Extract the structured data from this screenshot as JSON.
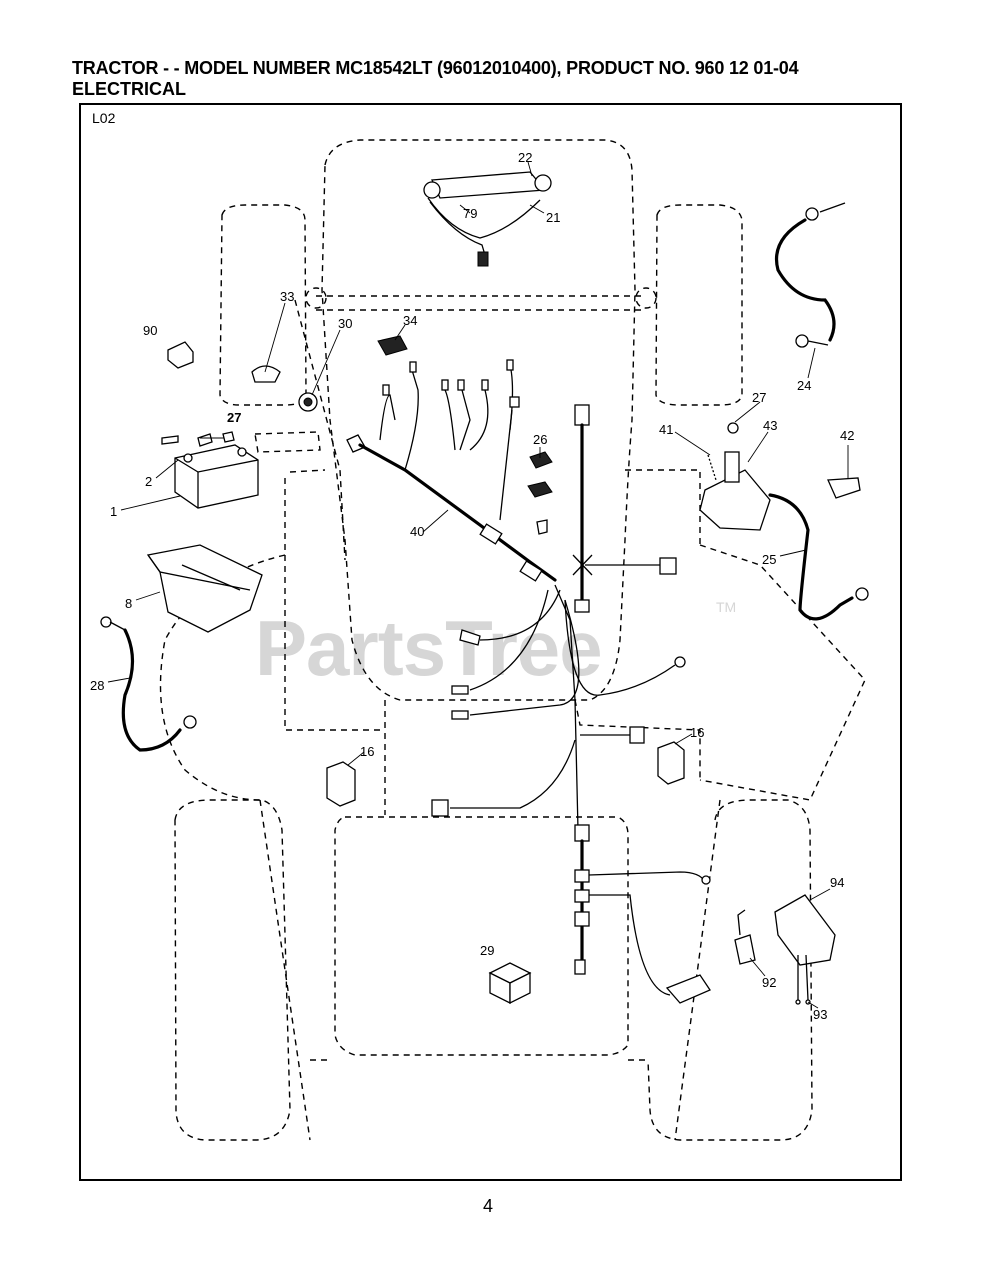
{
  "header": {
    "title": "TRACTOR - - MODEL NUMBER MC18542LT (96012010400), PRODUCT NO. 960 12 01-04",
    "subtitle": "ELECTRICAL"
  },
  "diagram": {
    "code": "L02",
    "watermark": "PartsTree",
    "watermark_mark": "TM"
  },
  "callouts": {
    "c1": "1",
    "c2": "2",
    "c8": "8",
    "c16a": "16",
    "c16b": "16",
    "c21": "21",
    "c22": "22",
    "c24": "24",
    "c25": "25",
    "c26": "26",
    "c27a": "27",
    "c27b": "27",
    "c28": "28",
    "c29": "29",
    "c30": "30",
    "c33": "33",
    "c34": "34",
    "c40": "40",
    "c41": "41",
    "c42": "42",
    "c43": "43",
    "c79": "79",
    "c90": "90",
    "c92": "92",
    "c93": "93",
    "c94": "94"
  },
  "footer": {
    "page_number": "4"
  }
}
